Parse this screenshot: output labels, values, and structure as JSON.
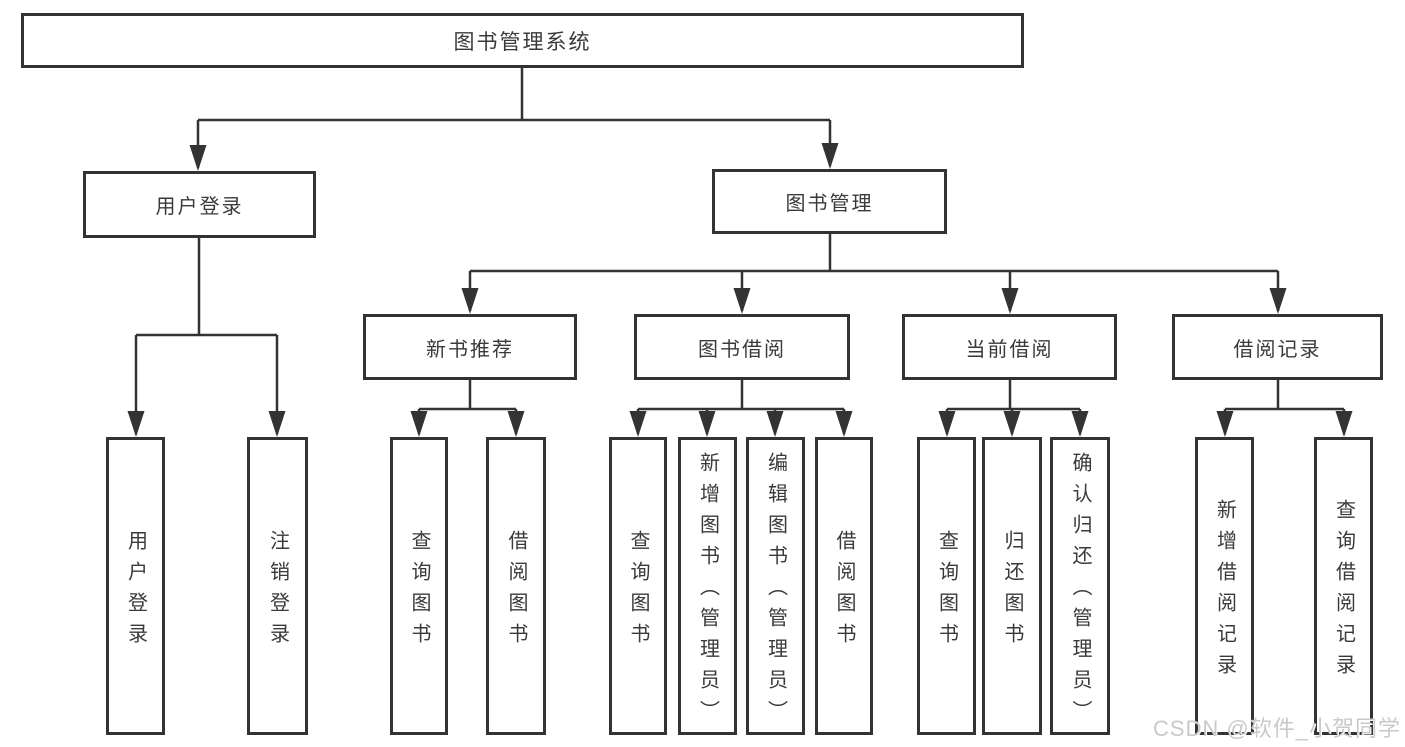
{
  "root": {
    "label": "图书管理系统"
  },
  "branches": [
    {
      "label": "用户登录"
    },
    {
      "label": "图书管理"
    }
  ],
  "modules": [
    {
      "label": "新书推荐",
      "parent": "图书管理"
    },
    {
      "label": "图书借阅",
      "parent": "图书管理"
    },
    {
      "label": "当前借阅",
      "parent": "图书管理"
    },
    {
      "label": "借阅记录",
      "parent": "图书管理"
    }
  ],
  "leaves": [
    {
      "label": "用户登录",
      "parent": "用户登录"
    },
    {
      "label": "注销登录",
      "parent": "用户登录"
    },
    {
      "label": "查询图书",
      "parent": "新书推荐"
    },
    {
      "label": "借阅图书",
      "parent": "新书推荐"
    },
    {
      "label": "查询图书",
      "parent": "图书借阅"
    },
    {
      "label": "新增图书（管理员）",
      "parent": "图书借阅"
    },
    {
      "label": "编辑图书（管理员）",
      "parent": "图书借阅"
    },
    {
      "label": "借阅图书",
      "parent": "图书借阅"
    },
    {
      "label": "查询图书",
      "parent": "当前借阅"
    },
    {
      "label": "归还图书",
      "parent": "当前借阅"
    },
    {
      "label": "确认归还（管理员）",
      "parent": "当前借阅"
    },
    {
      "label": "新增借阅记录",
      "parent": "借阅记录"
    },
    {
      "label": "查询借阅记录",
      "parent": "借阅记录"
    }
  ],
  "watermark": {
    "text": "CSDN @软件_小贺同学"
  },
  "colors": {
    "line": "#333333",
    "text": "#3a3a3a",
    "watermark": "#c9c9c9",
    "background": "#ffffff"
  }
}
